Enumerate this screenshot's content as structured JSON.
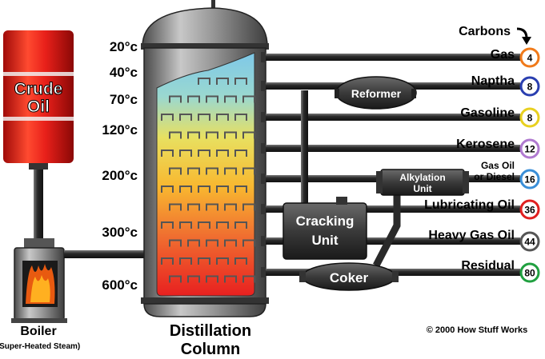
{
  "crude_oil": {
    "line1": "Crude",
    "line2": "Oil"
  },
  "boiler": {
    "label": "Boiler",
    "sublabel": "(Super-Heated Steam)"
  },
  "column": {
    "line1": "Distillation",
    "line2": "Column"
  },
  "temperatures": [
    "20°c",
    "40°c",
    "70°c",
    "120°c",
    "200°c",
    "300°c",
    "600°c"
  ],
  "carbons_label": "Carbons",
  "products": [
    {
      "name": "Gas",
      "carbons": "4",
      "color": "#f07a1a"
    },
    {
      "name": "Naptha",
      "carbons": "8",
      "color": "#2a3fb0"
    },
    {
      "name": "Gasoline",
      "carbons": "8",
      "color": "#e8d020"
    },
    {
      "name": "Kerosene",
      "carbons": "12",
      "color": "#b07ad0"
    },
    {
      "name_line1": "Gas Oil",
      "name_line2": "or Diesel",
      "carbons": "16",
      "color": "#3a8fd8"
    },
    {
      "name": "Lubricating Oil",
      "carbons": "36",
      "color": "#e02020"
    },
    {
      "name": "Heavy Gas Oil",
      "carbons": "44",
      "color": "#555555"
    },
    {
      "name": "Residual",
      "carbons": "80",
      "color": "#20a040"
    }
  ],
  "units": {
    "reformer": "Reformer",
    "alkylation_line1": "Alkylation",
    "alkylation_line2": "Unit",
    "cracking_line1": "Cracking",
    "cracking_line2": "Unit",
    "coker": "Coker"
  },
  "copyright": "© 2000 How Stuff Works",
  "colors": {
    "barrel": "#e8201a",
    "pipe": "#3a3a3a",
    "steel": "#8a8a8a",
    "fire": "#e85a10"
  }
}
